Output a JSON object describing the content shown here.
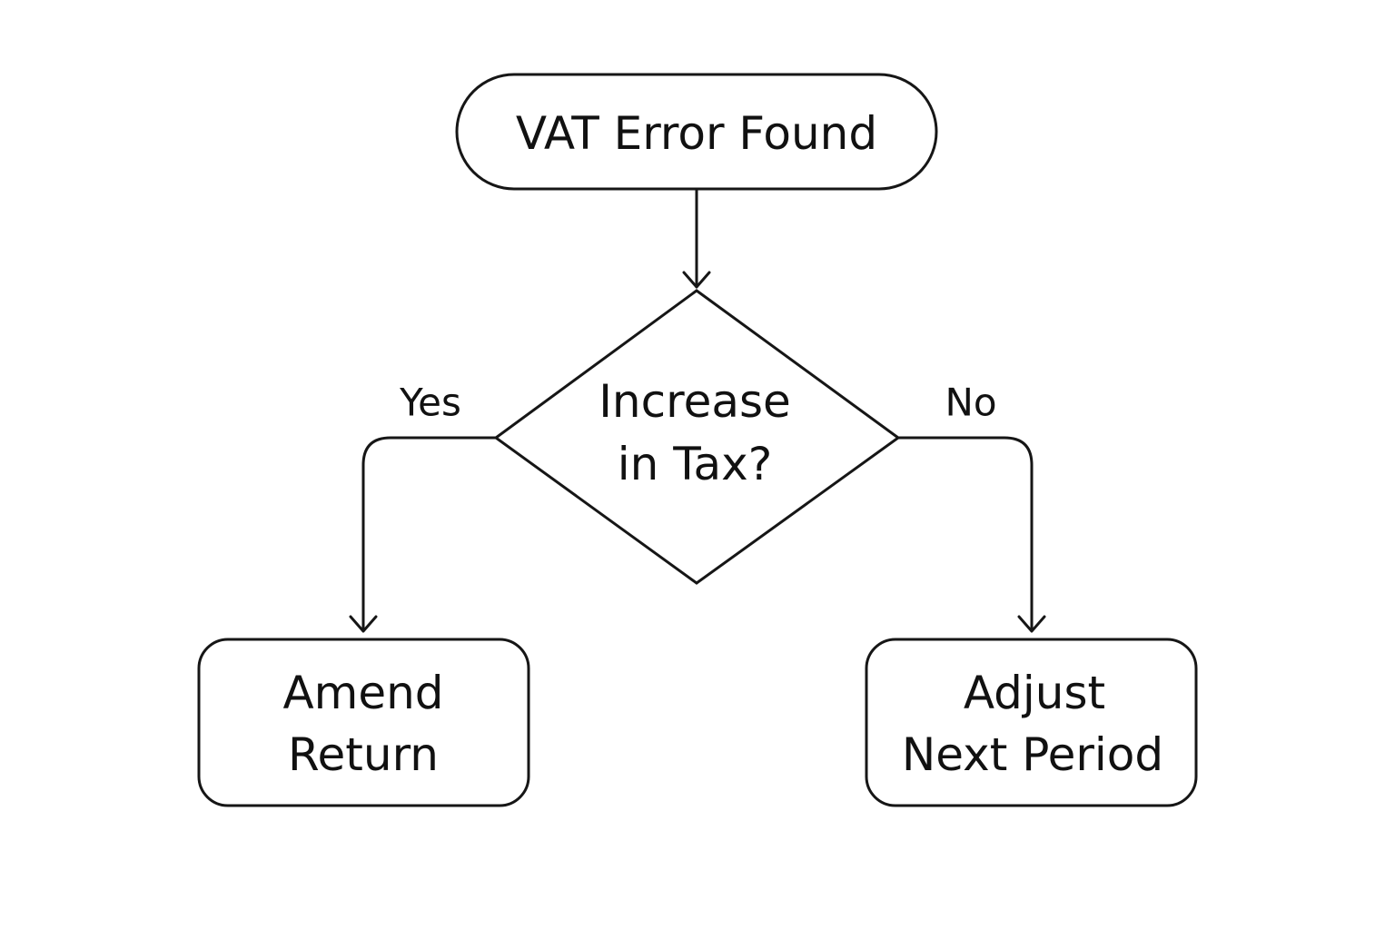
{
  "nodes": {
    "start": {
      "text": "VAT Error Found"
    },
    "decision": {
      "line1": "Increase",
      "line2": "in Tax?"
    },
    "yes_outcome": {
      "line1": "Amend",
      "line2": "Return"
    },
    "no_outcome": {
      "line1": "Adjust",
      "line2": "Next Period"
    }
  },
  "edges": {
    "yes_label": "Yes",
    "no_label": "No"
  },
  "colors": {
    "stroke": "#161616",
    "background": "#ffffff",
    "text": "#111111"
  }
}
